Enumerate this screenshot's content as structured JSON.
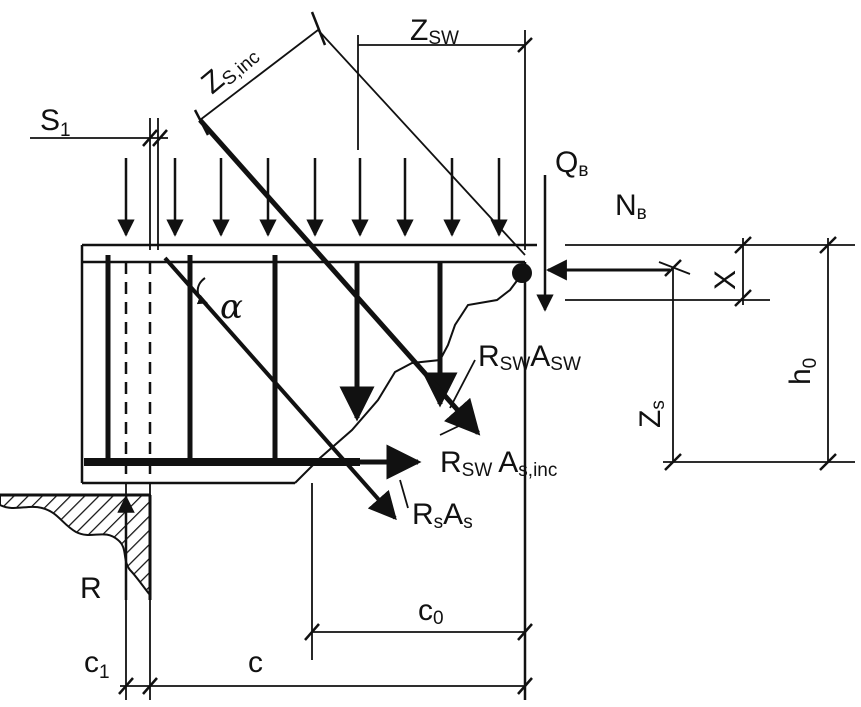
{
  "labels": {
    "z_sw": {
      "main": "Z",
      "sub": "SW"
    },
    "z_s_inc": {
      "main": "Z",
      "sub": "S,inc"
    },
    "s1": {
      "main": "S",
      "sub": "1"
    },
    "q_b": {
      "main": "Q",
      "sub": "в"
    },
    "n_b": {
      "main": "N",
      "sub": "в"
    },
    "x": {
      "main": "X"
    },
    "h0": {
      "main": "h",
      "sub": "0"
    },
    "z_s": {
      "main": "Z",
      "sub": "s"
    },
    "alpha": {
      "main": "α"
    },
    "rsw_asw": {
      "r": "R",
      "r_sub": "SW",
      "a": "A",
      "a_sub": "SW"
    },
    "rsw_as_inc": {
      "r": "R",
      "r_sub": "SW",
      "a": "A",
      "a_sub": "s,inc"
    },
    "rs_as": {
      "r": "R",
      "r_sub": "s",
      "a": "A",
      "a_sub": "s"
    },
    "r": {
      "main": "R"
    },
    "c0": {
      "main": "c",
      "sub": "0"
    },
    "c1": {
      "main": "c",
      "sub": "1"
    },
    "c": {
      "main": "c"
    }
  },
  "colors": {
    "ink": "#111111",
    "background": "#ffffff"
  }
}
